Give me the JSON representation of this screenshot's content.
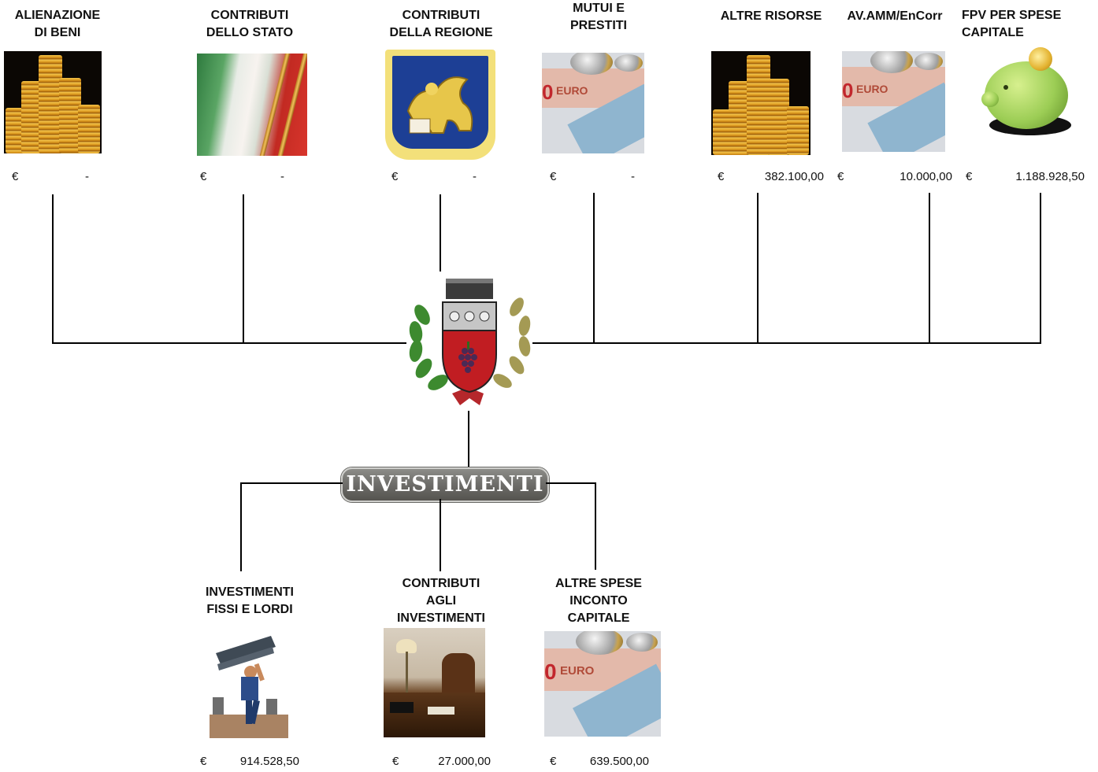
{
  "currency": "€",
  "center": {
    "logo": "comune-coat-of-arms",
    "banner": "INVESTIMENTI"
  },
  "sources": [
    {
      "id": "alienazione",
      "title": [
        "ALIENAZIONE",
        "DI BENI"
      ],
      "amount": "-",
      "icon": "gold-coins-image"
    },
    {
      "id": "contributi-stato",
      "title": [
        "CONTRIBUTI",
        "DELLO STATO"
      ],
      "amount": "-",
      "icon": "italian-flag-image"
    },
    {
      "id": "contributi-regione",
      "title": [
        "CONTRIBUTI",
        "DELLA REGIONE"
      ],
      "amount": "-",
      "icon": "regione-veneto-emblem"
    },
    {
      "id": "mutui",
      "title": [
        "MUTUI E",
        "PRESTITI"
      ],
      "amount": "-",
      "icon": "euro-banknotes-image"
    },
    {
      "id": "altre-risorse",
      "title": [
        "ALTRE RISORSE"
      ],
      "amount": "382.100,00",
      "icon": "gold-coins-image"
    },
    {
      "id": "av-amm",
      "title": [
        "AV.AMM/EnCorr"
      ],
      "amount": "10.000,00",
      "icon": "euro-banknotes-image"
    },
    {
      "id": "fpv",
      "title": [
        "FPV PER SPESE",
        "CAPITALE"
      ],
      "amount": "1.188.928,50",
      "icon": "piggy-bank-image"
    }
  ],
  "uses": [
    {
      "id": "investimenti-fissi",
      "title": [
        "INVESTIMENTI",
        "FISSI E LORDI"
      ],
      "amount": "914.528,50",
      "icon": "construction-worker-image"
    },
    {
      "id": "contributi-investimenti",
      "title": [
        "CONTRIBUTI",
        "AGLI",
        "INVESTIMENTI"
      ],
      "amount": "27.000,00",
      "icon": "office-desk-image"
    },
    {
      "id": "altre-spese",
      "title": [
        "ALTRE SPESE",
        "INCONTO",
        "CAPITALE"
      ],
      "amount": "639.500,00",
      "icon": "euro-banknotes-image"
    }
  ]
}
